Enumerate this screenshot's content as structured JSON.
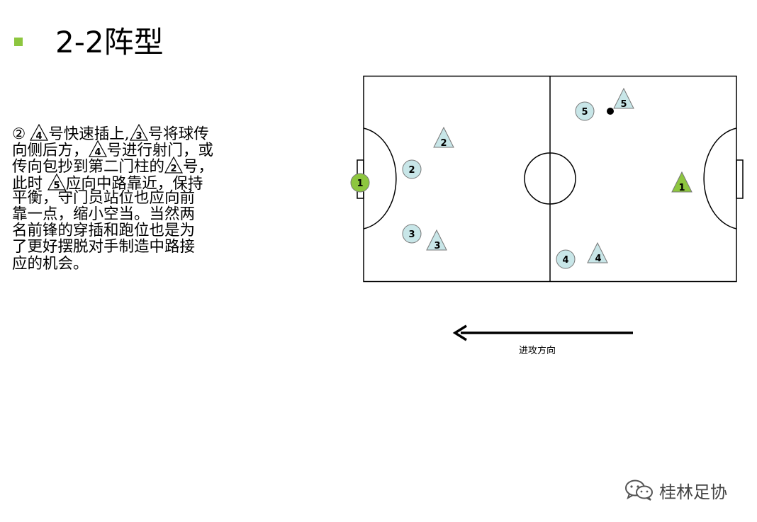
{
  "slide": {
    "title": "2-2阵型",
    "bullet_color": "#8DC63F",
    "description": {
      "circle_num": "②",
      "lines": [
        [
          "",
          {
            "tri": "4"
          },
          "号快速插上,",
          {
            "tri": "3"
          },
          "号将球传"
        ],
        [
          "向侧后方，",
          {
            "tri": "4"
          },
          "号进行射门，或"
        ],
        [
          "传向包抄到第二门柱的",
          {
            "tri": "2"
          },
          "号，"
        ],
        [
          "此时 ",
          {
            "tri": "5"
          },
          "应向中路靠近，保持"
        ],
        [
          "平衡，守门员站位也应向前"
        ],
        [
          "靠一点，缩小空当。当然两"
        ],
        [
          "名前锋的穿插和跑位也是为"
        ],
        [
          "了更好摆脱对手制造中路接"
        ],
        [
          "应的机会。"
        ]
      ]
    }
  },
  "diagram": {
    "direction_label": "进攻方向",
    "colors": {
      "teammate_fill": "#C8E6E8",
      "goalkeeper_fill": "#8DC63F",
      "line": "#000000"
    },
    "circles": [
      {
        "label": "1",
        "keeper": true
      },
      {
        "label": "2"
      },
      {
        "label": "3"
      },
      {
        "label": "4"
      },
      {
        "label": "5"
      }
    ],
    "triangles": [
      {
        "label": "1",
        "keeper": true
      },
      {
        "label": "2"
      },
      {
        "label": "3"
      },
      {
        "label": "4"
      },
      {
        "label": "5"
      }
    ]
  },
  "watermark": {
    "text": "桂林足协",
    "icon": "wechat-icon"
  }
}
